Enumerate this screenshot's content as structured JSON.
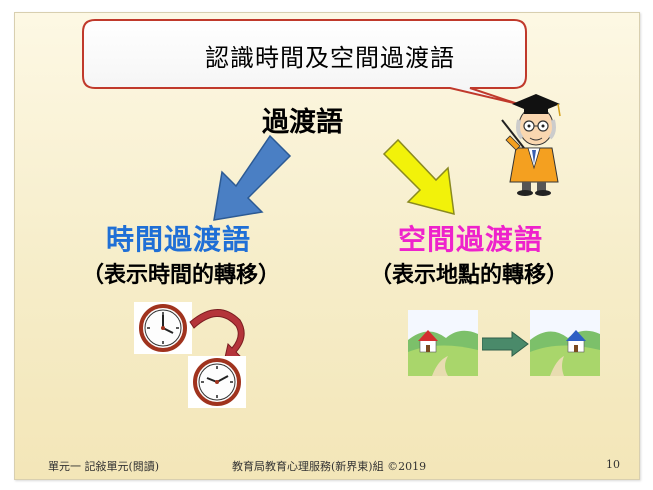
{
  "slide": {
    "title": "認識時間及空間過渡語",
    "subtitle": "過渡語",
    "time": {
      "heading": "時間過渡語",
      "description": "（表示時間的轉移）"
    },
    "space": {
      "heading": "空間過渡語",
      "description": "（表示地點的轉移）"
    }
  },
  "footer": {
    "left": "單元一 記敍單元(閱讀)",
    "center": "教育局教育心理服務(新界東)組 ©2019",
    "page": "10"
  },
  "colors": {
    "time_heading": "#1f6fd6",
    "space_heading": "#ee22cc",
    "left_arrow": "#4a7fc4",
    "right_arrow": "#f2f20a",
    "small_arrow": "#4a8a6a"
  },
  "icons": [
    "speech-bubble",
    "professor-icon",
    "clock-icon",
    "curved-arrow-icon",
    "house-landscape-icon"
  ]
}
